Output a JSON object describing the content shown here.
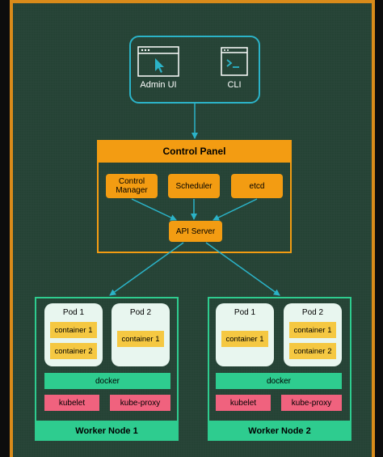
{
  "clients": {
    "admin_ui": "Admin UI",
    "cli": "CLI"
  },
  "control_panel": {
    "title": "Control Panel",
    "control_manager": "Control Manager",
    "scheduler": "Scheduler",
    "etcd": "etcd",
    "api_server": "API Server"
  },
  "workers": [
    {
      "title": "Worker Node 1",
      "pods": [
        {
          "label": "Pod 1",
          "containers": [
            "container 1",
            "container 2"
          ]
        },
        {
          "label": "Pod 2",
          "containers": [
            "container 1"
          ]
        }
      ],
      "docker": "docker",
      "kubelet": "kubelet",
      "kube_proxy": "kube-proxy"
    },
    {
      "title": "Worker Node 2",
      "pods": [
        {
          "label": "Pod 1",
          "containers": [
            "container 1"
          ]
        },
        {
          "label": "Pod 2",
          "containers": [
            "container 1",
            "container 2"
          ]
        }
      ],
      "docker": "docker",
      "kubelet": "kubelet",
      "kube_proxy": "kube-proxy"
    }
  ],
  "colors": {
    "background": "#254335",
    "frame": "#d98b1a",
    "client_border": "#2bb3c8",
    "control_panel": "#f39c12",
    "worker": "#2ecc8f",
    "container": "#f5c842",
    "kubelet": "#f0627e",
    "arrow": "#2bb3c8"
  },
  "icons": {
    "admin_ui": "browser-cursor-icon",
    "cli": "terminal-icon"
  }
}
